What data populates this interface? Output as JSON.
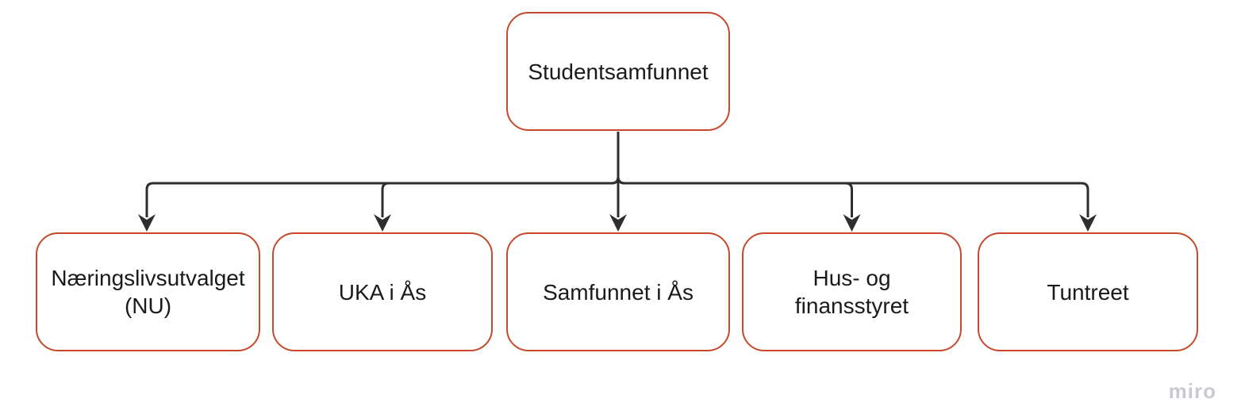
{
  "diagram": {
    "type": "org-chart",
    "root": {
      "id": "studentsamfunnet",
      "label": "Studentsamfunnet"
    },
    "children": [
      {
        "id": "naeringslivsutvalget-nu",
        "label": "Næringslivsutvalget (NU)"
      },
      {
        "id": "uka-i-as",
        "label": "UKA i Ås"
      },
      {
        "id": "samfunnet-i-as",
        "label": "Samfunnet i Ås"
      },
      {
        "id": "hus-og-finansstyret",
        "label": "Hus- og finansstyret"
      },
      {
        "id": "tuntreet",
        "label": "Tuntreet"
      }
    ],
    "edges": [
      {
        "from": "studentsamfunnet",
        "to": "naeringslivsutvalget-nu"
      },
      {
        "from": "studentsamfunnet",
        "to": "uka-i-as"
      },
      {
        "from": "studentsamfunnet",
        "to": "samfunnet-i-as"
      },
      {
        "from": "studentsamfunnet",
        "to": "hus-og-finansstyret"
      },
      {
        "from": "studentsamfunnet",
        "to": "tuntreet"
      }
    ]
  },
  "colors": {
    "node_border": "#c6492b",
    "node_fill": "#ffffff",
    "connector": "#2e2e2e",
    "text": "#1a1a1a",
    "watermark": "#c8cad3"
  },
  "watermark": {
    "label": "miro"
  }
}
